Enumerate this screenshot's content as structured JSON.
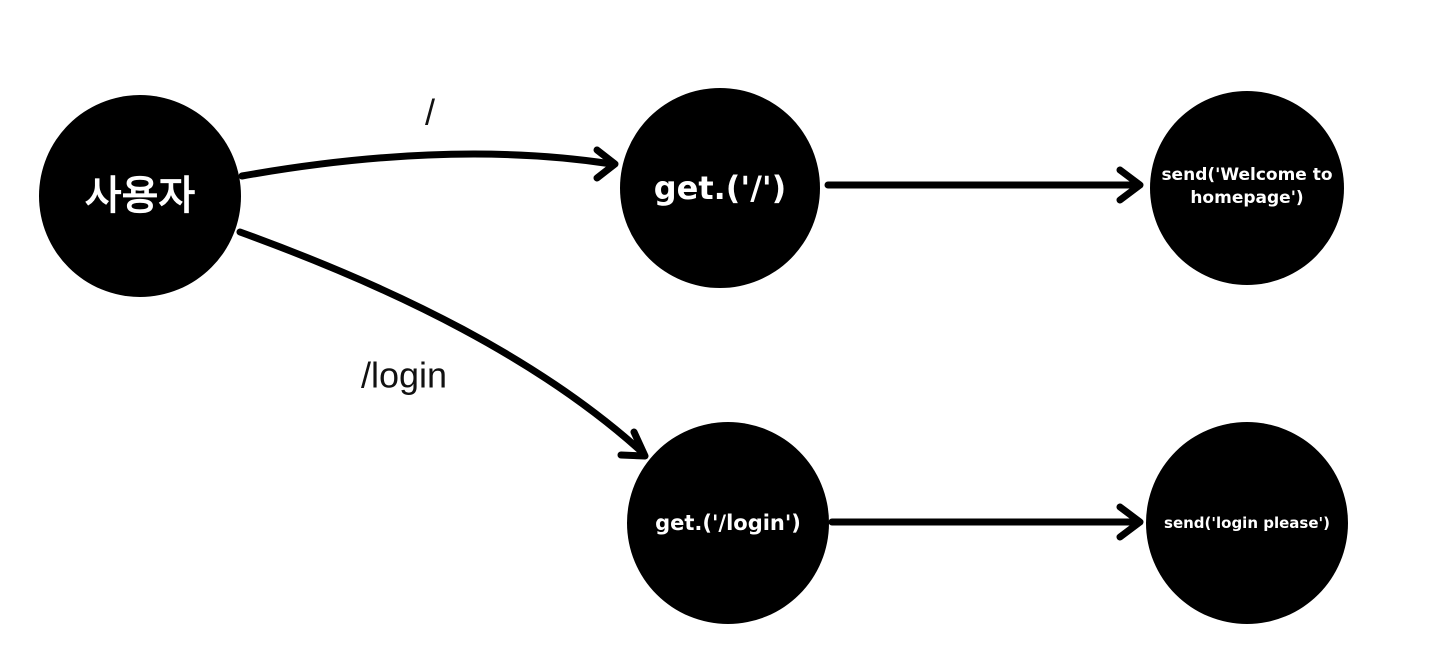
{
  "nodes": {
    "user": {
      "label": "사용자"
    },
    "get_root": {
      "label": "get.('/')"
    },
    "get_login": {
      "label": "get.('/login')"
    },
    "send_welcome": {
      "label_lines": [
        "send('Welcome to",
        "homepage')"
      ]
    },
    "send_login": {
      "label": "send('login please')"
    }
  },
  "edges": {
    "user_to_root": {
      "label": "/"
    },
    "user_to_login": {
      "label": "/login"
    }
  },
  "colors": {
    "node_fill": "#000000",
    "node_text": "#ffffff",
    "edge": "#000000"
  }
}
